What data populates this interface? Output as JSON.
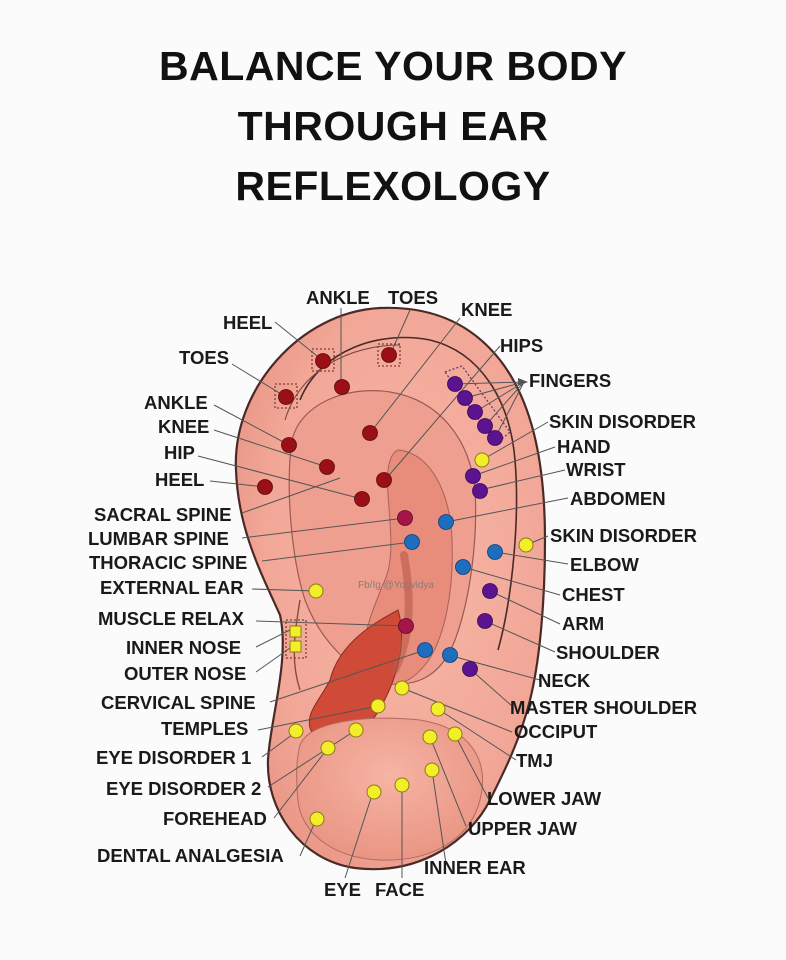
{
  "title": {
    "line1": "BALANCE YOUR BODY",
    "line2": "THROUGH EAR",
    "line3": "REFLEXOLOGY"
  },
  "watermark": "Fb/Ig  @Yogvidya",
  "labels": {
    "ankle_top": "ANKLE",
    "toes_top": "TOES",
    "knee_top": "KNEE",
    "heel_top": "HEEL",
    "hips": "HIPS",
    "toes_left": "TOES",
    "fingers": "FINGERS",
    "ankle_left": "ANKLE",
    "knee_left": "KNEE",
    "skin_disorder_1": "SKIN DISORDER",
    "hand": "HAND",
    "hip_left": "HIP",
    "wrist": "WRIST",
    "heel_left": "HEEL",
    "abdomen": "ABDOMEN",
    "sacral_spine": "SACRAL SPINE",
    "lumbar_spine": "LUMBAR SPINE",
    "skin_disorder_2": "SKIN DISORDER",
    "thoracic_spine": "THORACIC SPINE",
    "elbow": "ELBOW",
    "external_ear": "EXTERNAL EAR",
    "chest": "CHEST",
    "muscle_relax": "MUSCLE RELAX",
    "arm": "ARM",
    "inner_nose": "INNER NOSE",
    "shoulder": "SHOULDER",
    "outer_nose": "OUTER NOSE",
    "neck": "NECK",
    "cervical_spine": "CERVICAL SPINE",
    "master_shoulder": "MASTER SHOULDER",
    "temples": "TEMPLES",
    "occiput": "OCCIPUT",
    "eye_disorder_1": "EYE DISORDER 1",
    "tmj": "TMJ",
    "eye_disorder_2": "EYE DISORDER 2",
    "lower_jaw": "LOWER JAW",
    "forehead": "FOREHEAD",
    "upper_jaw": "UPPER JAW",
    "dental_analgesia": "DENTAL ANALGESIA",
    "inner_ear": "INNER EAR",
    "eye": "EYE",
    "face": "FACE"
  },
  "colors": {
    "skin": "#f2a99a",
    "skin_dark": "#e4887a",
    "inner": "#e99485",
    "canal": "#cf4a37",
    "outline": "#4a2a26",
    "dot_red": "#9b0f16",
    "dot_purple": "#5c138f",
    "dot_blue": "#1f6dbf",
    "dot_yellow": "#f2ef2a",
    "dot_magenta": "#a4164a"
  }
}
